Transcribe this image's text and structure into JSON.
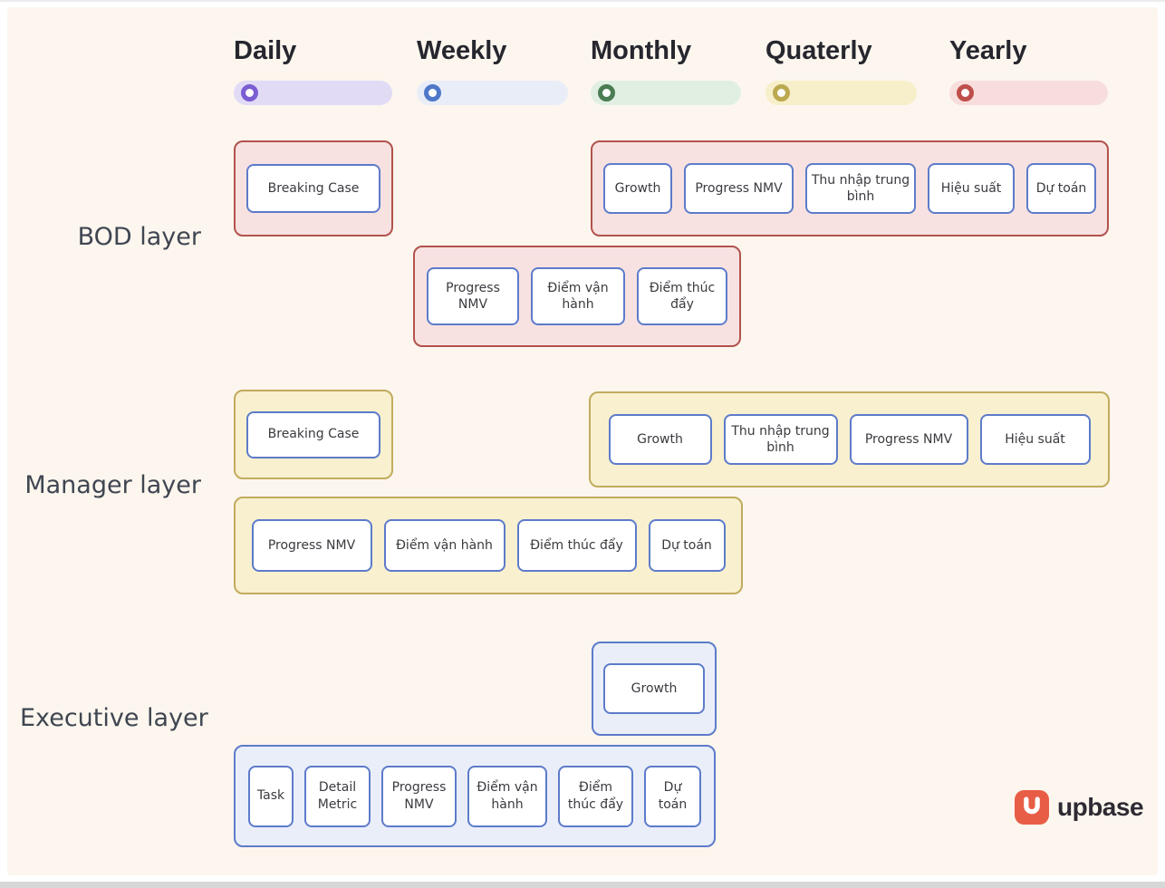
{
  "page": {
    "background": "#fcf6ee",
    "bottom_bar_color": "#d7d7d7"
  },
  "columns": [
    {
      "label": "Daily",
      "pill_bg": "#e2dbf6",
      "dot_color": "#7b5ed2"
    },
    {
      "label": "Weekly",
      "pill_bg": "#e9edf8",
      "dot_color": "#4f78c9"
    },
    {
      "label": "Monthly",
      "pill_bg": "#e1efe2",
      "dot_color": "#4b7c52"
    },
    {
      "label": "Quaterly",
      "pill_bg": "#f6efca",
      "dot_color": "#bca94f"
    },
    {
      "label": "Yearly",
      "pill_bg": "#f7dedd",
      "dot_color": "#bf4f4b"
    }
  ],
  "rows": [
    {
      "label": "BOD layer"
    },
    {
      "label": "Manager layer"
    },
    {
      "label": "Executive layer"
    }
  ],
  "groups": {
    "bod_daily": {
      "accent": "red",
      "items": [
        "Breaking Case"
      ]
    },
    "bod_monthly_yearly": {
      "accent": "red",
      "items": [
        "Growth",
        "Progress NMV",
        "Thu nhập trung bình",
        "Hiệu suất",
        "Dự toán"
      ]
    },
    "bod_weekly": {
      "accent": "red",
      "items": [
        "Progress NMV",
        "Điểm vận hành",
        "Điểm thúc đẩy"
      ]
    },
    "manager_daily": {
      "accent": "yellow",
      "items": [
        "Breaking Case"
      ]
    },
    "manager_monthly_yearly": {
      "accent": "yellow",
      "items": [
        "Growth",
        "Thu nhập trung bình",
        "Progress NMV",
        "Hiệu suất"
      ]
    },
    "manager_weekly": {
      "accent": "yellow",
      "items": [
        "Progress NMV",
        "Điểm vận hành",
        "Điểm thúc đẩy",
        "Dự toán"
      ]
    },
    "executive_monthly": {
      "accent": "blue",
      "items": [
        "Growth"
      ]
    },
    "executive_daily_weekly": {
      "accent": "blue",
      "items": [
        "Task",
        "Detail Metric",
        "Progress NMV",
        "Điểm vận hành",
        "Điểm thúc đẩy",
        "Dự toán"
      ]
    }
  },
  "theme": {
    "group_red_bg": "#f7e2e1",
    "group_red_border": "#b2524d",
    "group_yellow_bg": "#f8f0cf",
    "group_yellow_border": "#c2ab5d",
    "group_blue_bg": "#e9eef9",
    "group_blue_border": "#5d7bca",
    "item_bg": "#ffffff",
    "item_border": "#5d7bca"
  },
  "logo": {
    "text": "upbase",
    "brand_color": "#e85d45"
  }
}
